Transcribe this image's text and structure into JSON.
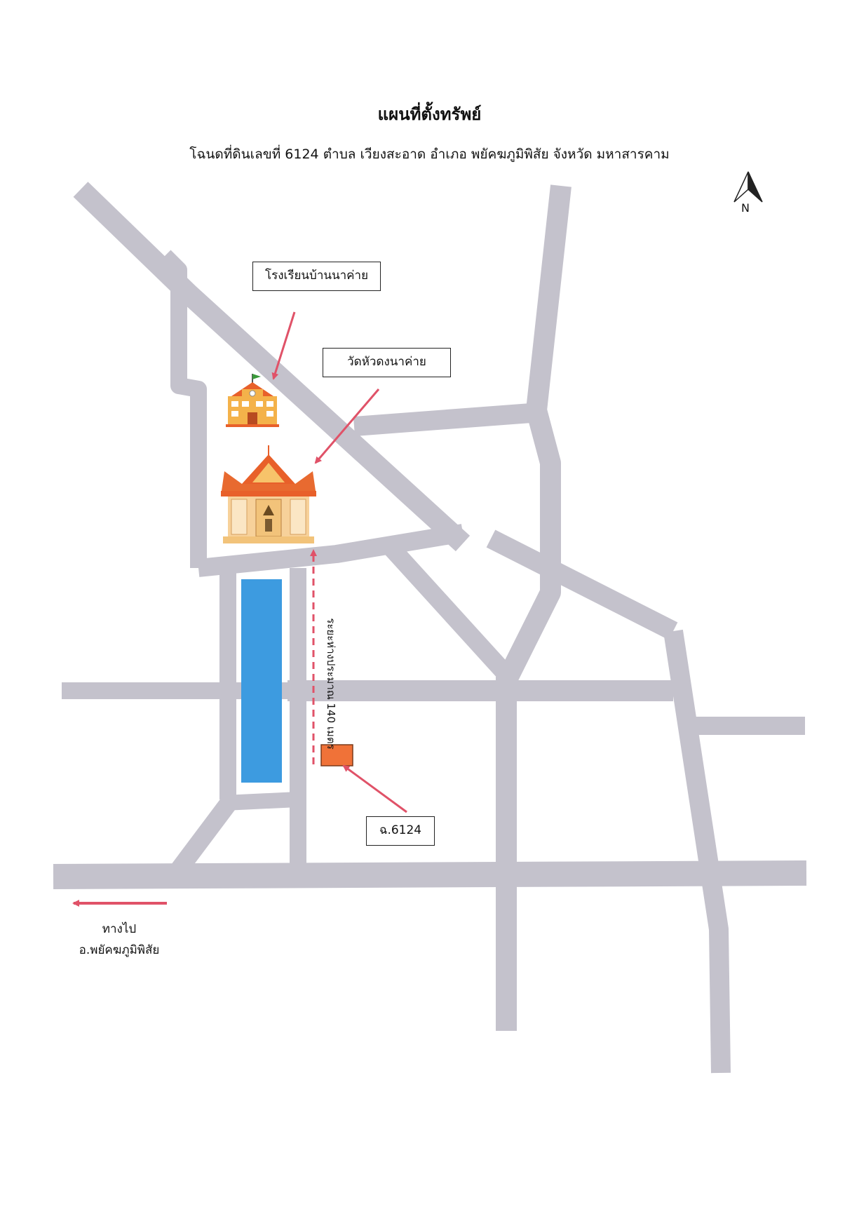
{
  "title": "แผนที่ตั้งทรัพย์",
  "subtitle": "โฉนดที่ดินเลขที่ 6124 ตำบล เวียงสะอาด อำเภอ พยัคฆภูมิพิสัย จังหวัด มหาสารคาม",
  "landmarks": {
    "school_label": "โรงเรียนบ้านนาค่าย",
    "temple_label": "วัดหัวดงนาค่าย",
    "parcel_label": "ฉ.6124"
  },
  "distance_label": "ระยะห่างประมาณ 140 เมตร",
  "direction": {
    "line1": "ทางไป",
    "line2": "อ.พยัคฆภูมิพิสัย"
  },
  "north_label": "N",
  "colors": {
    "road": "#c4c2cc",
    "pond": "#3d9be0",
    "parcel": "#f07238",
    "arrow": "#e05268",
    "school": "#f0a040",
    "temple_roof": "#e8602a"
  }
}
